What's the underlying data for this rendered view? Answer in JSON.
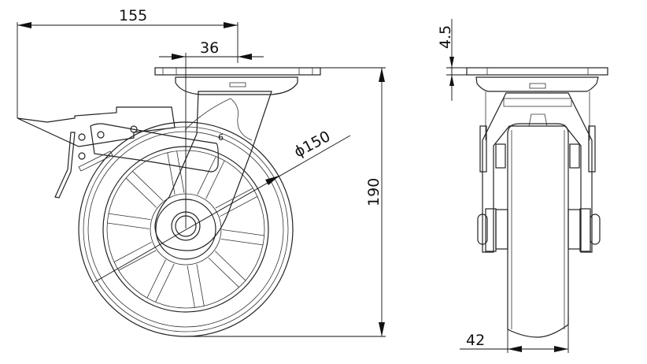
{
  "drawing": {
    "dimensions": {
      "overall_reach": "155",
      "offset": "36",
      "wheel_diameter": "ϕ150",
      "height": "190",
      "plate_thickness": "4.5",
      "wheel_width": "42"
    },
    "part_mark": "6"
  }
}
